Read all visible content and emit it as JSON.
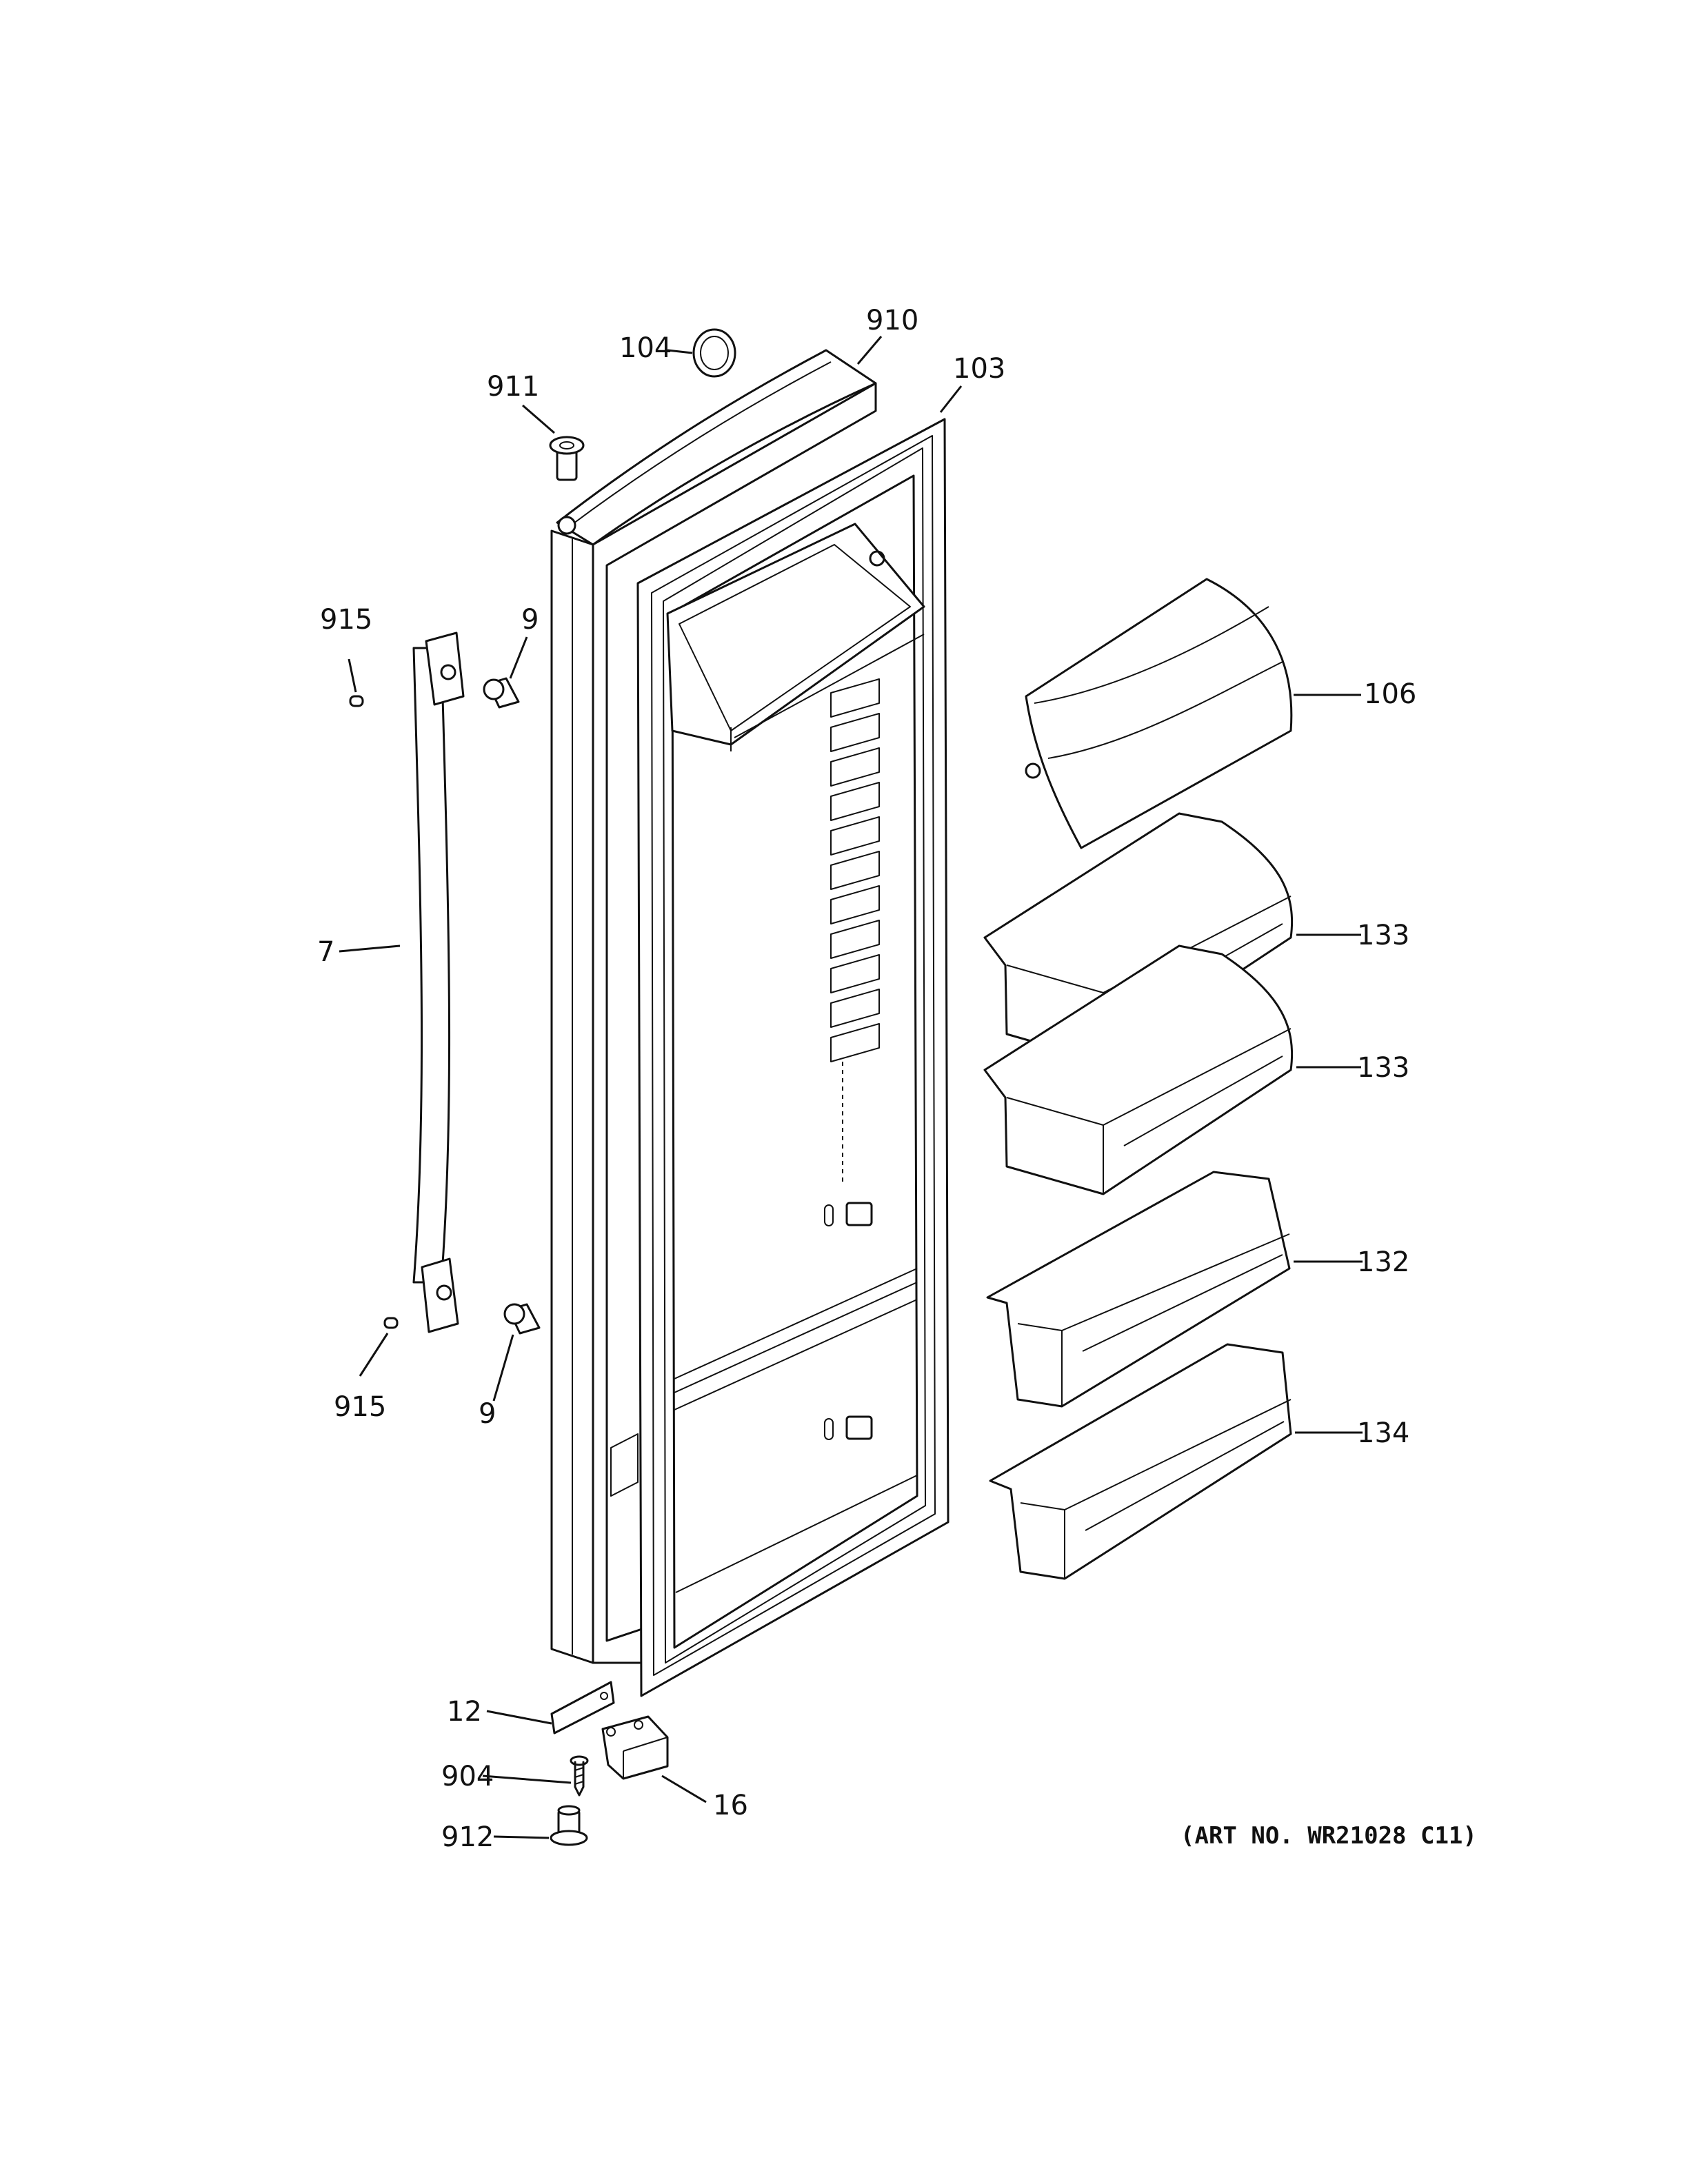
{
  "labels": {
    "p104": "104",
    "p910": "910",
    "p103": "103",
    "p911": "911",
    "p915a": "915",
    "p9a": "9",
    "p106": "106",
    "p7": "7",
    "p133a": "133",
    "p133b": "133",
    "p132": "132",
    "p915b": "915",
    "p9b": "9",
    "p134": "134",
    "p12": "12",
    "p904": "904",
    "p16": "16",
    "p912": "912"
  },
  "art_number": "(ART NO. WR21028 C11)"
}
